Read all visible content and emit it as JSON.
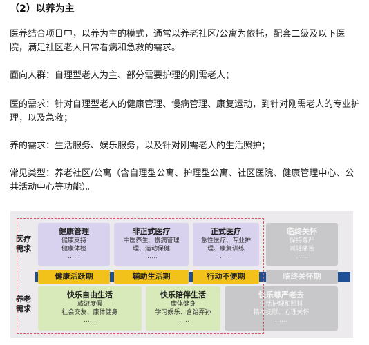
{
  "heading": "（2）以养为主",
  "paragraphs": {
    "p1": "医养结合项目中，以养为主的模式，通常以养老社区/公寓为依托，配套二级及以下医院，满足社区老人日常看病和急救的需求。",
    "p2": "面向人群：自理型老人为主、部分需要护理的刚需老人；",
    "p3": "医的需求：针对自理型老人的健康管理、慢病管理、康复运动，到针对刚需老人的专业护理，以及急救；",
    "p4": "养的需求：生活服务、娱乐服务，以及针对刚需老人的生活照护；",
    "p5": "常见类型：养老社区/公寓（含自理型公寓、护理型公寓、社区医院、健康管理中心、公共活动中心等功能）。"
  },
  "diagram": {
    "row_labels": {
      "medical": "医疗\n需求",
      "care": "养老\n需求"
    },
    "medical": [
      {
        "title": "健康管理",
        "lines": [
          "健康支持",
          "健康体检"
        ],
        "dots": "……"
      },
      {
        "title": "非正式医疗",
        "lines": [
          "中医养生、慢病管理",
          "理、运动保健"
        ],
        "dots": "……"
      },
      {
        "title": "正式医疗",
        "lines": [
          "急性医疗、专业护",
          "理、康复训练"
        ],
        "dots": "……"
      },
      {
        "title": "临终关怀",
        "lines": [
          "保持尊严",
          "减轻痛苦"
        ],
        "dots": "……"
      }
    ],
    "stages": [
      "健康活跃期",
      "辅助生活期",
      "行动不便期",
      "临终关怀期"
    ],
    "care": [
      {
        "title": "快乐自由生活",
        "lines": [
          "旅游度假",
          "社会交友、康体健身"
        ],
        "dots": "……"
      },
      {
        "title": "快乐陪伴生活",
        "lines": [
          "康体健身",
          "学习娱乐、含饴弄孙"
        ],
        "dots": "……"
      },
      {
        "title": "快乐尊严老去",
        "lines": [
          "生活护理和照料",
          "精神抚慰、心理关怀"
        ],
        "dots": "……"
      }
    ]
  },
  "colors": {
    "medical_box": "#d9d2ee",
    "care_box": "#d8e9ba",
    "stage_band": "#1f4f94",
    "stage_label": "#f3c21a",
    "faded": "#c8c7c9",
    "dashed_frame": "#e0525e"
  }
}
